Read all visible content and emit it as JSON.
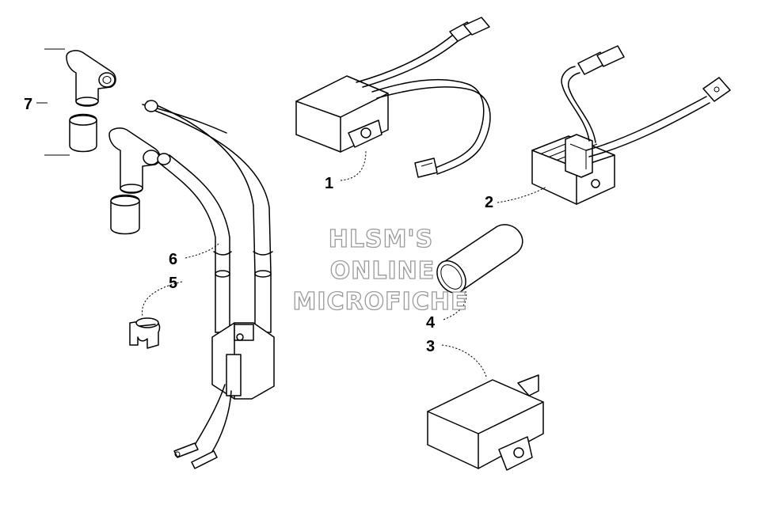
{
  "watermark": {
    "line1": "HLSM'S",
    "line2": "ONLINE",
    "line3": "MICROFICHE"
  },
  "callouts": {
    "c1": "1",
    "c2": "2",
    "c3": "3",
    "c4": "4",
    "c5": "5",
    "c6": "6",
    "c7": "7"
  },
  "colors": {
    "ink": "#000000",
    "background": "#ffffff",
    "watermark": "#9a9a9a"
  }
}
